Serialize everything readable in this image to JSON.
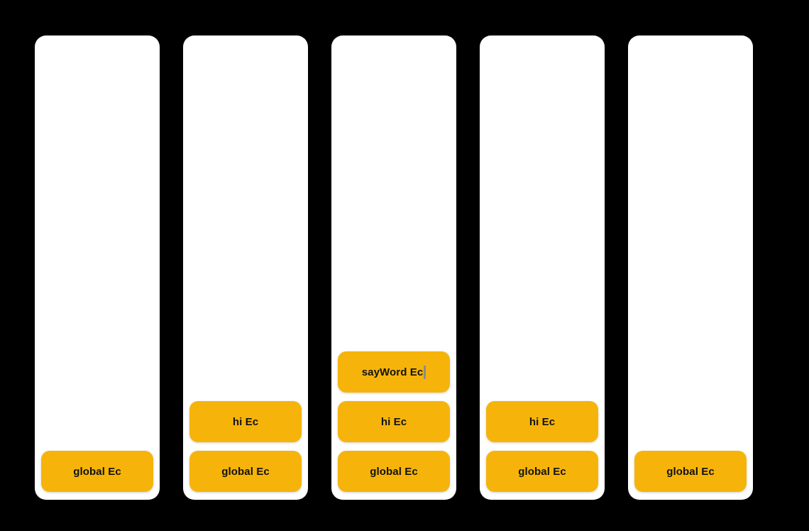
{
  "theme": {
    "page_background": "#000000",
    "column_background": "#ffffff",
    "block_background": "#F6B40B",
    "block_text_color": "#121212",
    "caret_color": "#8b8b8b"
  },
  "columns": [
    {
      "blocks": [
        {
          "label": "global Ec",
          "editing": false
        }
      ]
    },
    {
      "blocks": [
        {
          "label": "hi Ec",
          "editing": false
        },
        {
          "label": "global Ec",
          "editing": false
        }
      ]
    },
    {
      "blocks": [
        {
          "label": "sayWord Ec",
          "editing": true
        },
        {
          "label": "hi Ec",
          "editing": false
        },
        {
          "label": "global Ec",
          "editing": false
        }
      ]
    },
    {
      "blocks": [
        {
          "label": "hi Ec",
          "editing": false
        },
        {
          "label": "global Ec",
          "editing": false
        }
      ]
    },
    {
      "blocks": [
        {
          "label": "global Ec",
          "editing": false
        }
      ]
    }
  ]
}
